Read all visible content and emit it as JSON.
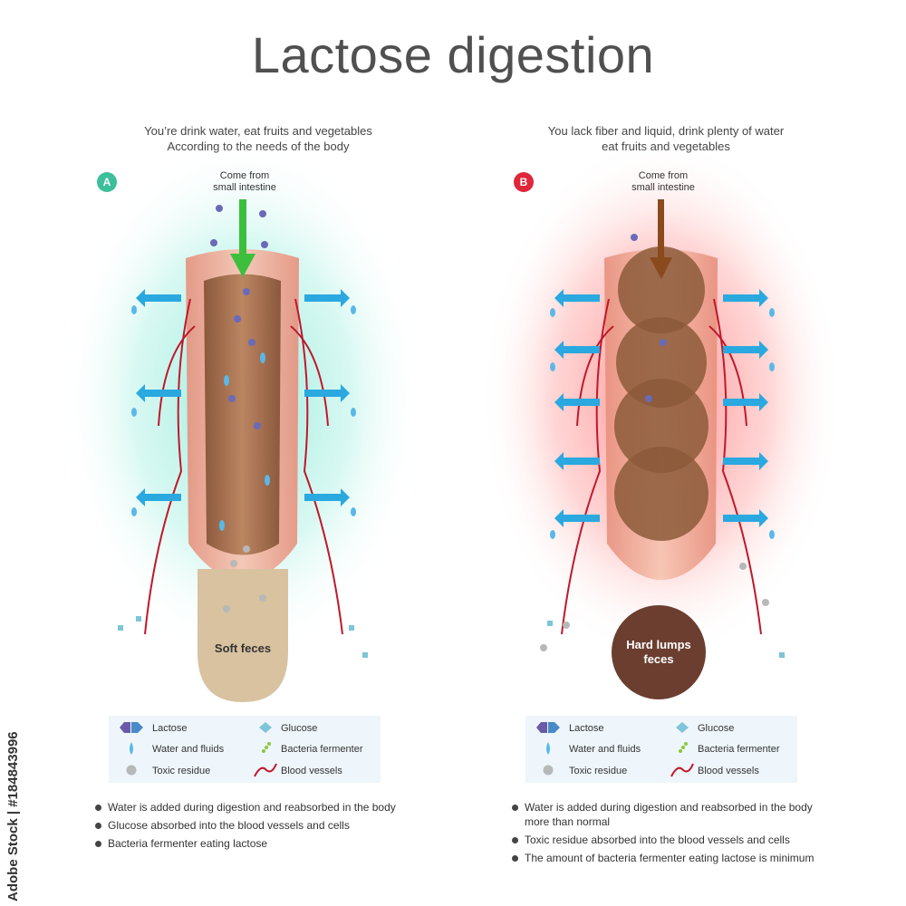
{
  "title": "Lactose digestion",
  "panel_a": {
    "badge": "A",
    "subtitle_line1": "You’re drink water, eat fruits and vegetables",
    "subtitle_line2": "According to the needs of the body",
    "come_line1": "Come from",
    "come_line2": "small intestine",
    "feces": "Soft feces",
    "notes": [
      "Water is added during digestion and reabsorbed in the body",
      "Glucose absorbed into the blood vessels and cells",
      "Bacteria fermenter eating lactose"
    ]
  },
  "panel_b": {
    "badge": "B",
    "subtitle_line1": "You lack fiber and liquid, drink plenty of water",
    "subtitle_line2": "eat fruits and vegetables",
    "come_line1": "Come from",
    "come_line2": "small intestine",
    "feces_line1": "Hard lumps",
    "feces_line2": "feces",
    "notes": [
      "Water is added during digestion and reabsorbed in the body",
      "more than normal",
      "Toxic residue absorbed into the blood vessels and cells",
      "The amount of bacteria fermenter eating lactose is minimum"
    ]
  },
  "legend": {
    "lactose": "Lactose",
    "glucose": "Glucose",
    "water": "Water and fluids",
    "bacteria": "Bacteria fermenter",
    "toxic": "Toxic residue",
    "blood": "Blood vessels"
  },
  "watermark": "Adobe Stock | #184843996",
  "colors": {
    "glow_a": "#6fe3cf",
    "glow_b": "#ff6b6b",
    "arrow_a": "#3cbf3c",
    "arrow_b": "#8a4a1c",
    "colon": "#e8a08a",
    "content": "#8c5a3a",
    "soft_feces": "#d8c2a0",
    "hard_feces": "#6b3e30",
    "water_arrow": "#2aa8e0",
    "vessel": "#c0182a"
  }
}
